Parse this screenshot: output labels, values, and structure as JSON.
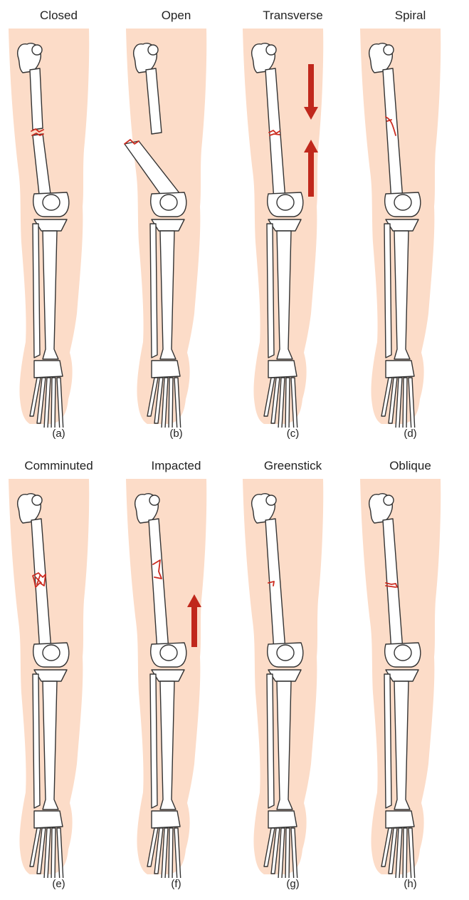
{
  "panels": [
    {
      "title": "Closed",
      "letter": "(a)",
      "fracture": "closed"
    },
    {
      "title": "Open",
      "letter": "(b)",
      "fracture": "open"
    },
    {
      "title": "Transverse",
      "letter": "(c)",
      "fracture": "transverse"
    },
    {
      "title": "Spiral",
      "letter": "(d)",
      "fracture": "spiral"
    },
    {
      "title": "Comminuted",
      "letter": "(e)",
      "fracture": "comminuted"
    },
    {
      "title": "Impacted",
      "letter": "(f)",
      "fracture": "impacted"
    },
    {
      "title": "Greenstick",
      "letter": "(g)",
      "fracture": "greenstick"
    },
    {
      "title": "Oblique",
      "letter": "(h)",
      "fracture": "oblique"
    }
  ],
  "colors": {
    "skin": "#FCDCC8",
    "bone": "#FFFFFF",
    "outline": "#333333",
    "fracture": "#CC2A1E",
    "arrow": "#C0281C"
  }
}
